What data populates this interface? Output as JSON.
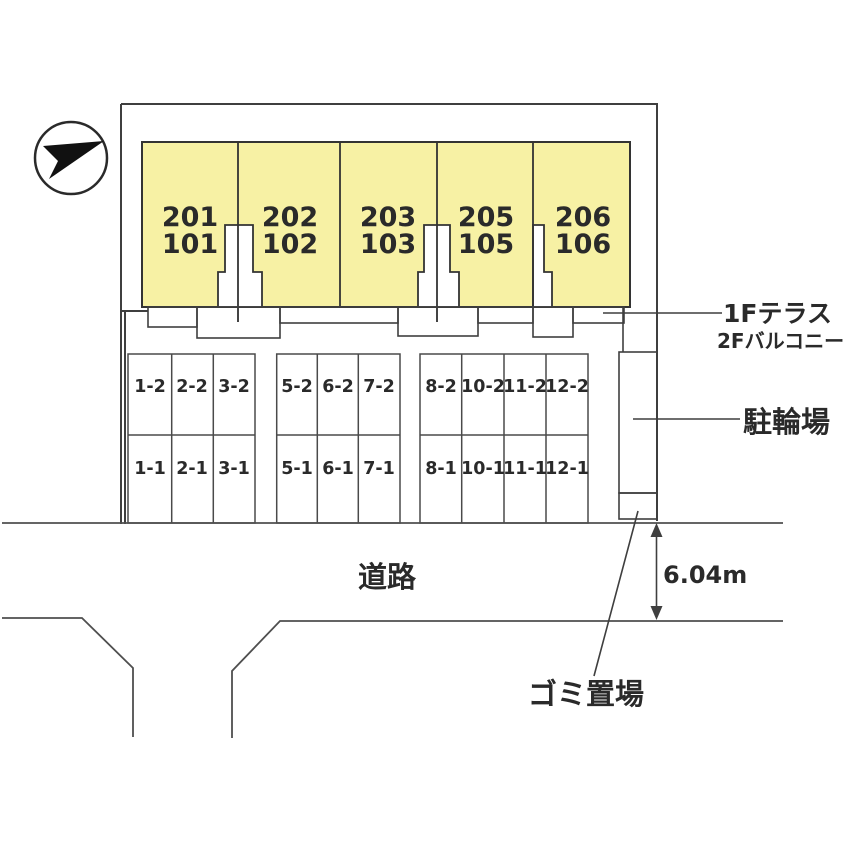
{
  "drawing": {
    "type": "site-plan",
    "colors": {
      "building_fill": "#f7f1a4",
      "line": "#3f3f3f",
      "text": "#2a2a2a"
    },
    "compass_icon": "north-arrow",
    "building": {
      "units": [
        {
          "upper": "201",
          "lower": "101"
        },
        {
          "upper": "202",
          "lower": "102"
        },
        {
          "upper": "203",
          "lower": "103"
        },
        {
          "upper": "205",
          "lower": "105"
        },
        {
          "upper": "206",
          "lower": "106"
        }
      ]
    },
    "labels": {
      "terrace": "1Fテラス",
      "balcony": "2Fバルコニー",
      "bicycle": "駐輪場",
      "road": "道路",
      "road_width": "6.04m",
      "garbage": "ゴミ置場"
    },
    "parking": {
      "top": [
        "1-2",
        "2-2",
        "3-2",
        "5-2",
        "6-2",
        "7-2",
        "8-2",
        "10-2",
        "11-2",
        "12-2"
      ],
      "bottom": [
        "1-1",
        "2-1",
        "3-1",
        "5-1",
        "6-1",
        "7-1",
        "8-1",
        "10-1",
        "11-1",
        "12-1"
      ]
    }
  }
}
